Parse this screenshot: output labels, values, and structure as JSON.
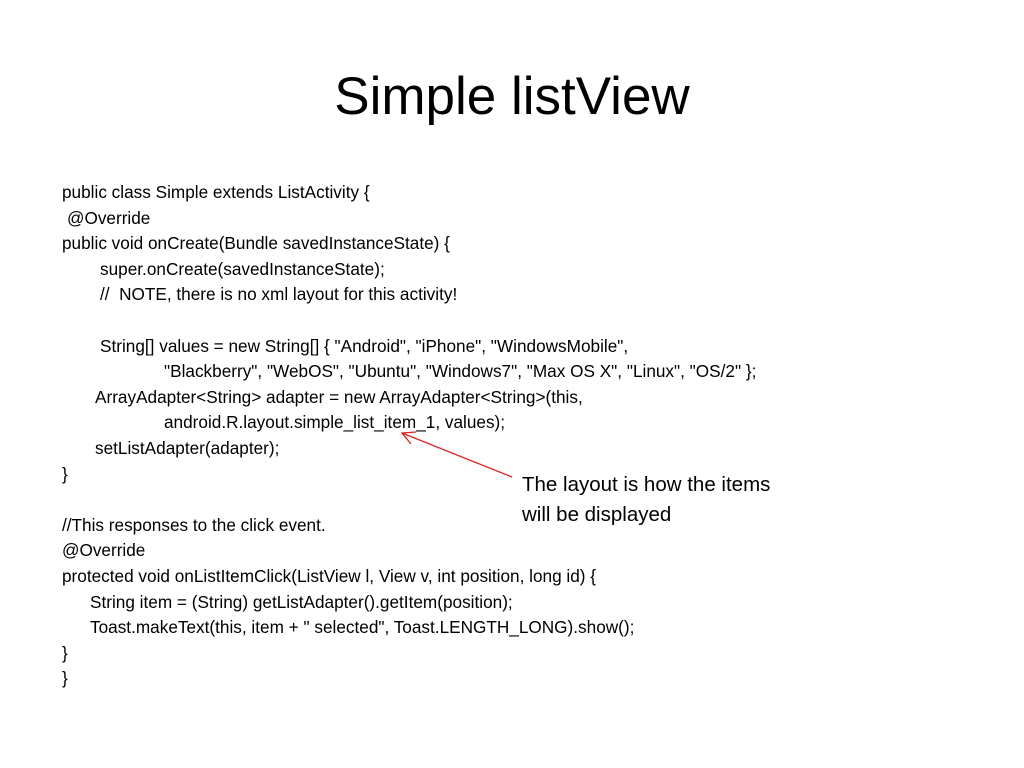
{
  "slide": {
    "title": "Simple listView",
    "code_lines": [
      {
        "indent": 0,
        "text": "public class Simple extends ListActivity {"
      },
      {
        "indent": 1,
        "text": "@Override"
      },
      {
        "indent": 0,
        "text": "public void onCreate(Bundle savedInstanceState) {"
      },
      {
        "indent": 2,
        "text": "super.onCreate(savedInstanceState);"
      },
      {
        "indent": 2,
        "text": "//  NOTE, there is no xml layout for this activity!"
      },
      {
        "indent": 0,
        "text": ""
      },
      {
        "indent": 2,
        "text": "String[] values = new String[] { \"Android\", \"iPhone\", \"WindowsMobile\","
      },
      {
        "indent": 4,
        "text": "\"Blackberry\", \"WebOS\", \"Ubuntu\", \"Windows7\", \"Max OS X\", \"Linux\", \"OS/2\" };"
      },
      {
        "indent": 3,
        "text": "ArrayAdapter<String> adapter = new ArrayAdapter<String>(this,"
      },
      {
        "indent": 4,
        "text": "android.R.layout.simple_list_item_1, values);"
      },
      {
        "indent": 3,
        "text": "setListAdapter(adapter);"
      },
      {
        "indent": 0,
        "text": "}"
      },
      {
        "indent": 0,
        "text": ""
      },
      {
        "indent": 0,
        "text": "//This responses to the click event."
      },
      {
        "indent": 0,
        "text": "@Override"
      },
      {
        "indent": 0,
        "text": "protected void onListItemClick(ListView l, View v, int position, long id) {"
      },
      {
        "indent": 5,
        "text": "String item = (String) getListAdapter().getItem(position);"
      },
      {
        "indent": 5,
        "text": "Toast.makeText(this, item + \" selected\", Toast.LENGTH_LONG).show();"
      },
      {
        "indent": 0,
        "text": "}"
      },
      {
        "indent": 0,
        "text": "}"
      }
    ],
    "callout_line1": "The layout is how the items",
    "callout_line2": "will be displayed",
    "arrow_color": "#e02020"
  }
}
